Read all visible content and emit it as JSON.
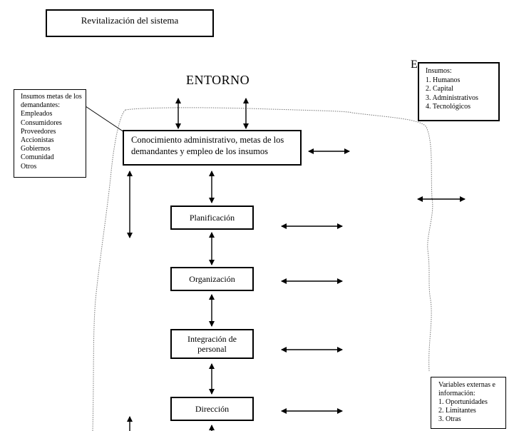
{
  "title": "Revitalización del sistema",
  "entorno_label": "ENTORNO",
  "entorno_right_partial": "E",
  "demandantes": {
    "heading": "Insumos metas de los demandantes:",
    "items": [
      "Empleados",
      "Consumidores",
      "Proveedores",
      "Accionistas",
      "Gobiernos",
      "Comunidad",
      "Otros"
    ]
  },
  "insumos": {
    "heading": "Insumos:",
    "items": [
      "1. Humanos",
      "2. Capital",
      "3. Administrativos",
      "4. Tecnológicos"
    ]
  },
  "main_box": "Conocimiento administrativo, metas de los demandantes y empleo de los insumos",
  "steps": [
    "Planificación",
    "Organización",
    "Integración de personal",
    "Dirección"
  ],
  "variables": {
    "heading": "Variables externas e información:",
    "items": [
      "1. Oportunidades",
      "2. Limitantes",
      "3. Otras"
    ]
  }
}
